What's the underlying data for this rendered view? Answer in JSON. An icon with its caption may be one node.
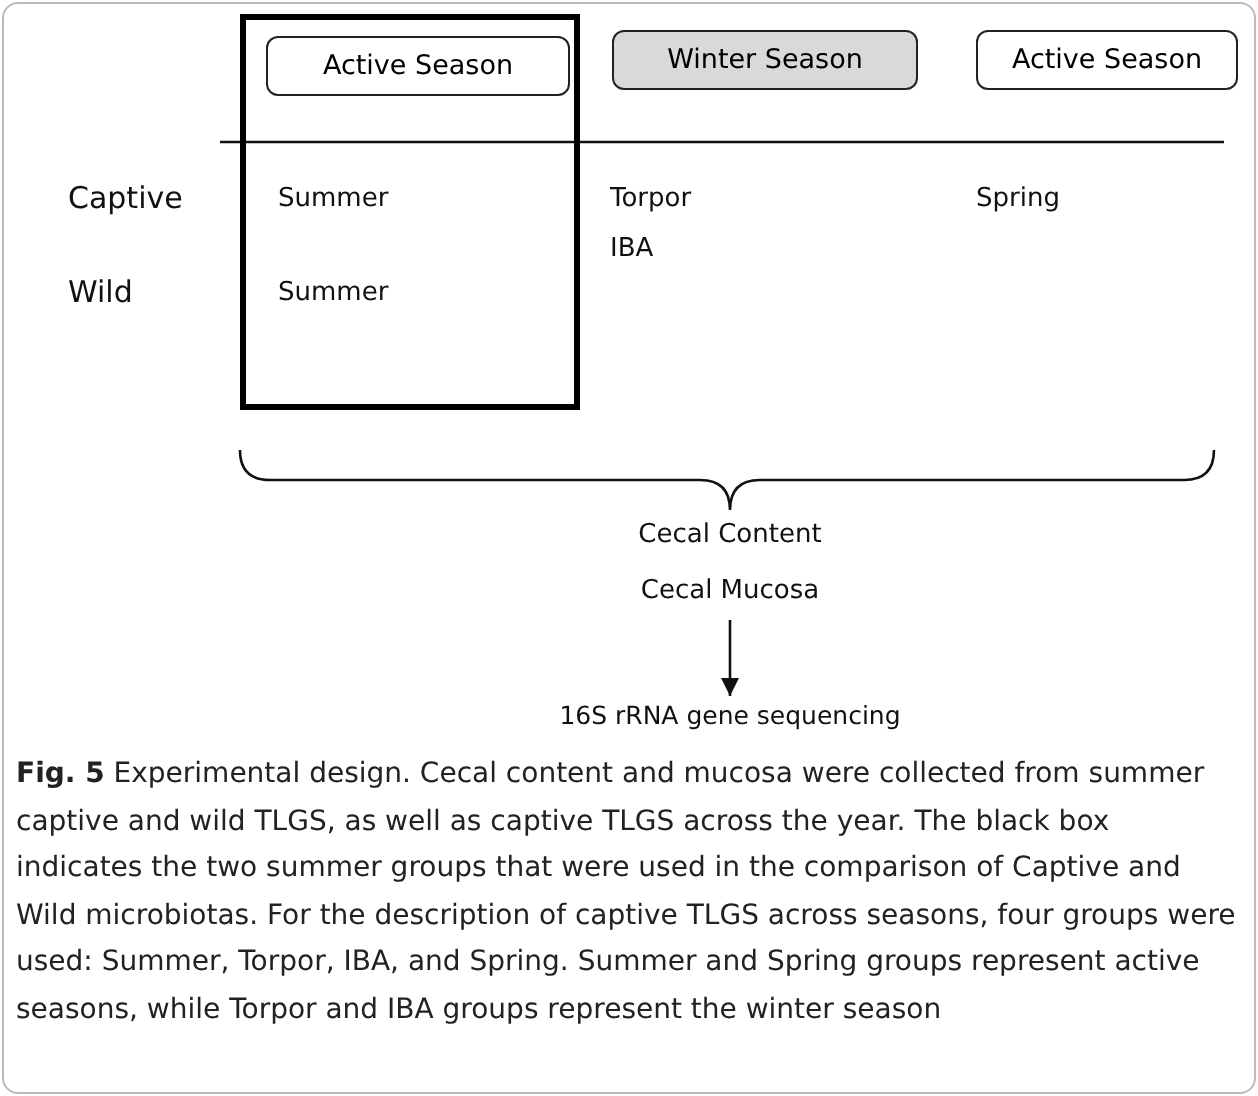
{
  "diagram": {
    "caption": "**Fig. 5** Experimental design. Cecal content and mucosa were collected from summer captive and wild TLGS, as well as captive TLGS across the year. The black box indicates the two summer groups that were used in the comparison of Captive and Wild microbiotas. For the description of captive TLGS across seasons, four groups were used: Summer, Torpor, IBA, and Spring. Summer and Spring groups represent active seasons, while Torpor and IBA groups represent the winter season",
    "nodes": [
      {
        "text": [],
        "shape": "box"
      },
      {
        "text": [
          "Active Season"
        ],
        "in": 0
      },
      {
        "text": [
          "Winter Season"
        ]
      },
      {
        "text": [
          "Active Season"
        ]
      },
      {
        "text": [
          "Cecal Content"
        ]
      },
      {
        "text": [
          "Cecal Mucosa"
        ]
      },
      {
        "text": [
          "16S rRNA gene sequencing"
        ]
      }
    ],
    "edges": [
      {
        "from": 5,
        "to": 6,
        "arrow": "to"
      }
    ],
    "labels": [
      "Captive",
      "Summer",
      "Torpor",
      "IBA",
      "Spring",
      "Wild",
      "Summer"
    ]
  }
}
